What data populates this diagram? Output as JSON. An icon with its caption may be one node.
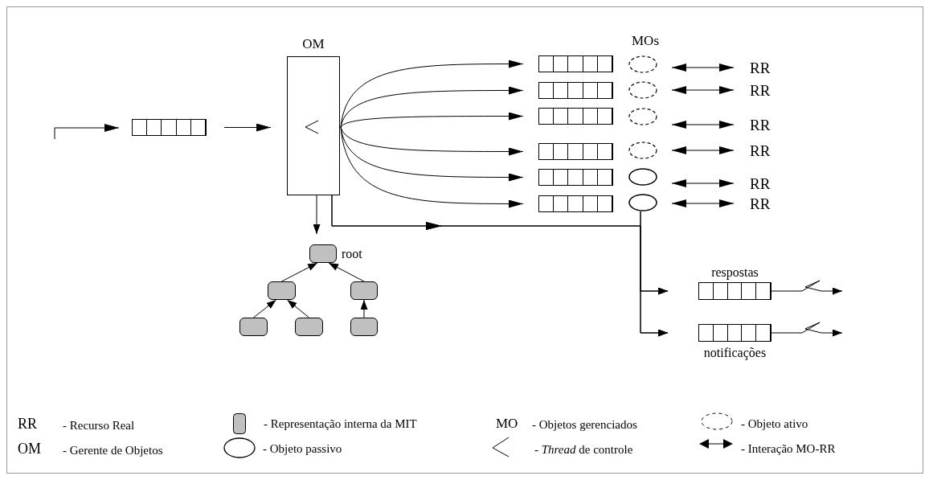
{
  "diagram": {
    "nodes": [
      {
        "text": [],
        "shape": "bar"
      },
      {
        "text": [
          "OM"
        ]
      },
      {
        "text": [],
        "shape": "bar"
      },
      {
        "text": [],
        "shape": "bar"
      },
      {
        "text": [],
        "shape": "bar"
      },
      {
        "text": [],
        "shape": "bar"
      },
      {
        "text": [],
        "shape": "bar"
      },
      {
        "text": [],
        "shape": "bar"
      },
      {
        "text": [],
        "shape": "circle"
      },
      {
        "text": [],
        "shape": "circle"
      },
      {
        "text": [],
        "shape": "circle"
      },
      {
        "text": [],
        "shape": "circle"
      },
      {
        "text": [],
        "shape": "circle"
      },
      {
        "text": [],
        "shape": "circle"
      },
      {
        "text": [
          "RR"
        ]
      },
      {
        "text": [
          "RR"
        ]
      },
      {
        "text": [
          "RR"
        ]
      },
      {
        "text": [
          "RR"
        ]
      },
      {
        "text": [
          "RR"
        ]
      },
      {
        "text": [
          "RR"
        ]
      },
      {
        "text": [],
        "shape": "box",
        "beside": [
          "root"
        ]
      },
      {
        "text": [],
        "shape": "box"
      },
      {
        "text": [],
        "shape": "box"
      },
      {
        "text": [],
        "shape": "box"
      },
      {
        "text": [],
        "shape": "box"
      },
      {
        "text": [],
        "shape": "box"
      },
      {
        "text": [
          "respostas"
        ]
      },
      {
        "text": [
          "notificações"
        ]
      }
    ],
    "edges": [
      {
        "from": null,
        "to": 0,
        "arrow": "to"
      },
      {
        "from": 0,
        "to": 1,
        "arrow": "to"
      },
      {
        "from": 1,
        "to": 2,
        "arrow": "to"
      },
      {
        "from": 1,
        "to": 3,
        "arrow": "to"
      },
      {
        "from": 1,
        "to": 4,
        "arrow": "to"
      },
      {
        "from": 1,
        "to": 5,
        "arrow": "to"
      },
      {
        "from": 1,
        "to": 6,
        "arrow": "to"
      },
      {
        "from": 1,
        "to": 7,
        "arrow": "to"
      },
      {
        "from": 8,
        "to": 14,
        "arrow": "both"
      },
      {
        "from": 9,
        "to": 15,
        "arrow": "both"
      },
      {
        "from": 10,
        "to": 16,
        "arrow": "both"
      },
      {
        "from": 11,
        "to": 17,
        "arrow": "both"
      },
      {
        "from": 12,
        "to": 18,
        "arrow": "both"
      },
      {
        "from": 13,
        "to": 19,
        "arrow": "both"
      },
      {
        "from": 1,
        "to": 20,
        "arrow": "to"
      },
      {
        "from": 21,
        "to": 20,
        "arrow": "to"
      },
      {
        "from": 22,
        "to": 20,
        "arrow": "to"
      },
      {
        "from": 23,
        "to": 21,
        "arrow": "to"
      },
      {
        "from": 24,
        "to": 21,
        "arrow": "to"
      },
      {
        "from": 25,
        "to": 22,
        "arrow": "to"
      },
      {
        "from": 1,
        "to": 26,
        "arrow": "to"
      },
      {
        "from": 1,
        "to": 27,
        "arrow": "to"
      },
      {
        "from": 13,
        "to": 26,
        "arrow": "to"
      },
      {
        "from": 13,
        "to": 27,
        "arrow": "to"
      },
      {
        "from": 26,
        "to": null,
        "arrow": "to"
      },
      {
        "from": 27,
        "to": null,
        "arrow": "to"
      }
    ],
    "labels": [
      "MOs",
      "RR",
      "- Recurso Real",
      "MO",
      "- Objetos gerenciados",
      "OM",
      "- Gerente de Objetos"
    ],
    "legend": [
      {
        "text": "- Representação interna da MIT"
      },
      {
        "text": "- Objeto ativo"
      },
      {
        "text": "- Objeto passivo"
      },
      {
        "text": "- *Thread* de controle"
      },
      {
        "text": "- Interação MO-RR"
      }
    ]
  }
}
